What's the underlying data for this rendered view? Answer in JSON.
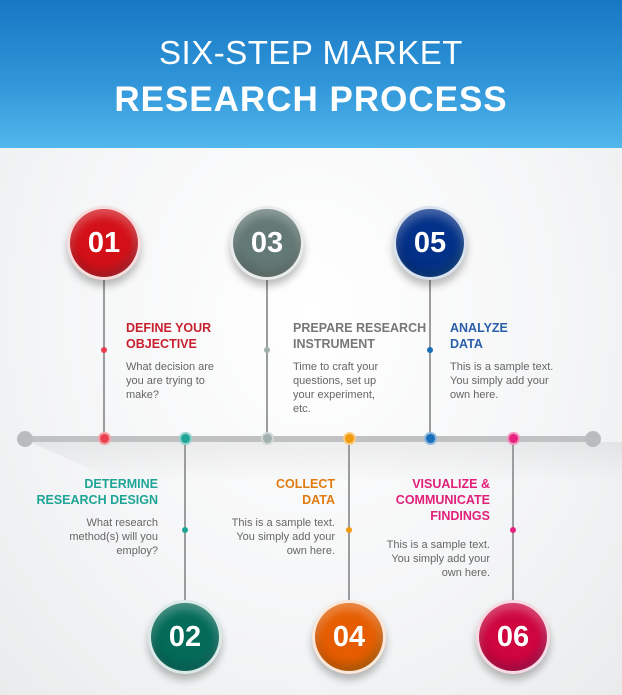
{
  "header": {
    "line1": "SIX-STEP MARKET",
    "line2": "RESEARCH PROCESS"
  },
  "steps": [
    {
      "number": "01",
      "title": "DEFINE YOUR\nOBJECTIVE",
      "desc": "What decision are\nyou are trying to\nmake?",
      "color": "#e8404f"
    },
    {
      "number": "02",
      "title": "DETERMINE\nRESEARCH DESIGN",
      "desc": "What research\nmethod(s) will you\nemploy?",
      "color": "#1fa597"
    },
    {
      "number": "03",
      "title": "PREPARE RESEARCH\nINSTRUMENT",
      "desc": "Time to craft your\nquestions, set up\nyour experiment,\netc.",
      "color": "#9fb0ad"
    },
    {
      "number": "04",
      "title": "COLLECT\nDATA",
      "desc": "This is a sample text.\nYou simply add your\nown here.",
      "color": "#f29a0e"
    },
    {
      "number": "05",
      "title": "ANALYZE\nDATA",
      "desc": "This is a sample text.\nYou simply add your\nown here.",
      "color": "#1a6fba"
    },
    {
      "number": "06",
      "title": "VISUALIZE &\nCOMMUNICATE\nFINDINGS",
      "desc": "This is a sample text.\nYou simply add your\nown here.",
      "color": "#e5227f"
    }
  ],
  "title_colors": [
    "#c8202f",
    "#1fa597",
    "#777777",
    "#e07b10",
    "#2a5faa",
    "#e0207a"
  ]
}
